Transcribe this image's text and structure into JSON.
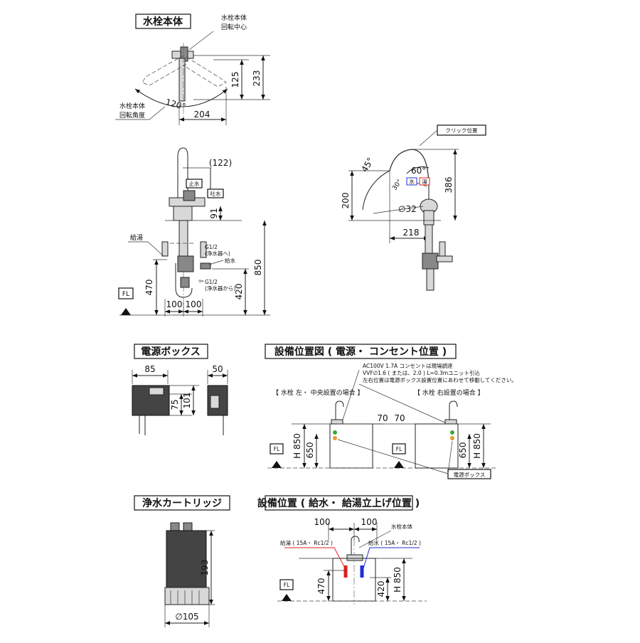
{
  "sections": {
    "faucet": {
      "title": "水栓本体",
      "rotation_center_1": "水栓本体",
      "rotation_center_2": "回転中心",
      "rotation_angle_1": "水栓本体",
      "rotation_angle_2": "回転角度",
      "angle": "120°",
      "dim_125": "125",
      "dim_233": "233",
      "dim_204": "204"
    },
    "side": {
      "dim_122": "(122)",
      "stop_label": "止水",
      "spout_label": "吐水",
      "dim_91": "91",
      "hot_supply": "給湯",
      "g12_to_1": "G1/2",
      "g12_to_2": "(浄水器へ)",
      "cold_supply": "給水",
      "g12_from_1": "G1/2",
      "g12_from_2": "(浄水器から)",
      "dim_470": "470",
      "dim_420": "420",
      "dim_850": "850",
      "dim_100a": "100",
      "dim_100b": "100",
      "fl": "FL"
    },
    "front": {
      "click_pos": "クリック位置",
      "ang_45": "45°",
      "ang_60": "60°",
      "ang_30": "30°",
      "cold_mark": "水",
      "hot_mark": "湯",
      "dim_200": "200",
      "dim_386": "386",
      "dim_32": "∅32",
      "dim_218": "218"
    },
    "power_box": {
      "title": "電源ボックス",
      "dim_85": "85",
      "dim_50": "50",
      "dim_75": "75",
      "dim_101": "101"
    },
    "equipment": {
      "title": "設備位置図 ( 電源・ コンセント位置 )",
      "note_1": "AC100V 1.7A コンセントは現場調達",
      "note_2": "VVF∅1.6 ( または、2.0 ) L=0.3mユニット引込",
      "note_3": "左右位置は電源ボックス設置位置にあわせて移動してください。",
      "left_case": "【 水栓 左・ 中央設置の場合 】",
      "right_case": "【 水栓 右設置の場合 】",
      "dim_70a": "70",
      "dim_70b": "70",
      "h850_l": "H 850",
      "dim_650_l": "650",
      "dim_650_r": "650",
      "h850_r": "H 850",
      "fl_l": "FL",
      "fl_r": "FL",
      "power_box_label": "電源ボックス"
    },
    "cartridge": {
      "title": "浄水カートリッジ",
      "dim_193": "193",
      "dim_105": "∅105"
    },
    "supply": {
      "title": "設備位置 ( 給水・ 給湯立上げ位置 )",
      "dim_100a": "100",
      "dim_100b": "100",
      "faucet_body": "水栓本体",
      "hot_label": "給湯 ( 15A・ Rc1/2 )",
      "cold_label": "給水 ( 15A・ Rc1/2 )",
      "dim_470": "470",
      "dim_420": "420",
      "h850": "H 850",
      "fl": "FL"
    }
  },
  "colors": {
    "hot": "#e0201b",
    "cold": "#1c2fd6",
    "green": "#3aa83a",
    "orange": "#e89a2a"
  }
}
